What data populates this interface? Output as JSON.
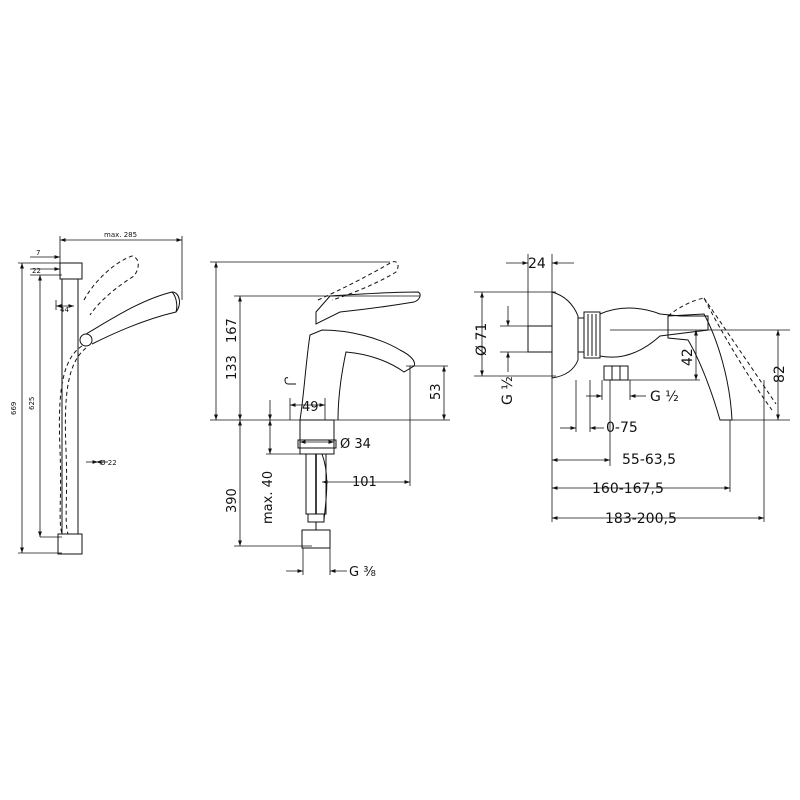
{
  "shower_set": {
    "overall_width": "max. 285",
    "top_offset_7": "7",
    "top_offset_22": "22",
    "bar_offset": "44",
    "total_height": "669",
    "bar_height": "625",
    "hose_diameter": "Ø 22"
  },
  "basin_mixer": {
    "height_167": "167",
    "height_133": "133",
    "spout_width": "49",
    "spout_height": "53",
    "shank_diameter": "Ø 34",
    "max_thickness": "max. 40",
    "projection": "101",
    "hose_length": "390",
    "connection": "G ⅜"
  },
  "shower_mixer": {
    "dim_24": "24",
    "cover_diameter": "Ø 71",
    "inlet_thread": "G ½",
    "dim_42": "42",
    "dim_82": "82",
    "outlet_thread": "G ½",
    "range_0_75": "0-75",
    "range_55": "55-63,5",
    "range_160": "160-167,5",
    "range_183": "183-200,5"
  }
}
